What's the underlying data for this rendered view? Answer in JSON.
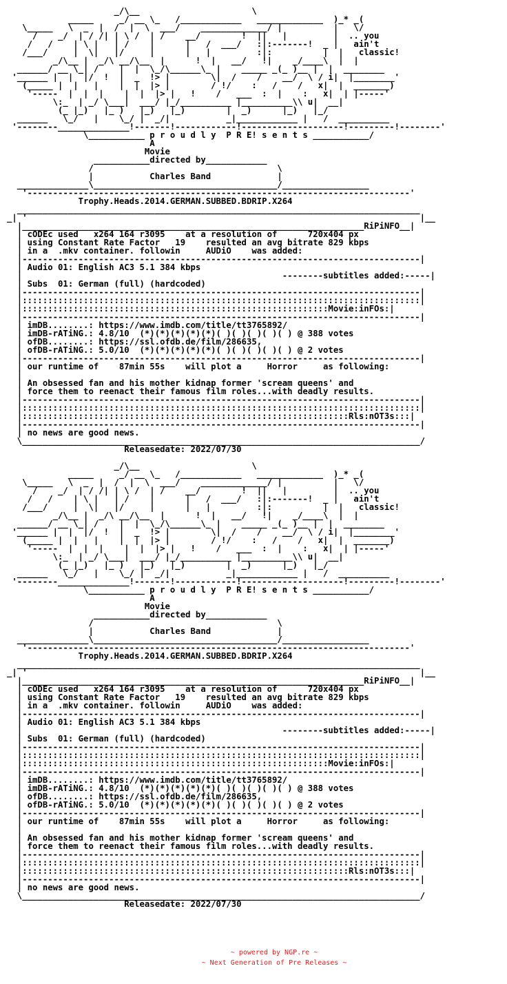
{
  "nfo": {
    "part1": "                     _/\\__                      \\\n            _____     _/ __ \\_   /____________   _____________  )_* _(\n   \\_____   \\  _  |  /  |  \\  ___/    _____________/ |          |   \\/\n     /    _/  | / /| | \\ /  | /    __/        !  ||   |         |  .. you\n    /   /    | \\ |   | /    |      |   /  ___/   :|:-------!  _ |   ain't\n   /___/     |  \\|   |/     |      |   |         :|:          |  |   classic!\n         _/\\__ |  _/\\ __/\\__  |      !  |   __/   !|    _/____\\  |  |\n  ______/ __ \\_| /    |  |  \\_/\\______\\_ |    _____ _(_ )__ |  |  ________\n '______ |  |  |/  !  |  _  !> |        \\|  /    /    __/  \\ / i|  |________'\n   (_____ |  |   |    |  |  |> |        / !/    :   /    /   x|  |  _______)\n    '-----  |  |  |    |  |  |> |   !    /   ___  :  |    :   x|  | |-----'\n         \\:_  | _/ \\___|  ___/ |_/__________ |__________\\\\ u|  __|\n          (_ |_)   |_ )   |_)   |_)        |  _)      |_)   |_/\n  ______   \\_/   |    \\_/ |  _/|           _|____________ |   /  __________\n '--------______________!-------!------------!--------------------!---------!--------'\n               \\___________ p r o u d l y  P R E! s e n t s ___________/\n                            A\n                           Movie\n                 ___________directed by____________\n                /                                    \\\n                |           Charles Band             |\n  ______________\\____________________________________/_________________\n   '---------------------------------------------------------------------------'\n              Trophy.Heads.2014.GERMAN.SUBBED.BDRIP.X264",
    "part2": "  _______________________________________________________________________________\n_| '                                                                             |__\n  |___________________________________________________________________RiPiNFO__|\n  | cODEc used   x264 164 r3095    at a resolution of      720x404 px\n  | using Constant Rate Factor   19    resulted an avg bitrate 829 kbps\n  | in a  .mkv container. followin     AUDiO    was added:\n  |------------------------------------------------------------------------------|\n  | Audio 01: English AC3 5.1 384 kbps\n  |                                                   --------subtitles added:-----|\n  | Subs  01: German (full) (hardcoded)\n  |------------------------------------------------------------------------------|\n  |::::::::::::::::::::::::::::::::::::::::::::::::::::::::::::::::::::::::::::::|\n  |::::::::::::::::::::::::::::::::::::::::::::::::::::::::::::Movie:inFOs:|\n  |------------------------------------------------------------------------------|\n  | imDB........: https://www.imdb.com/title/tt3765892/\n  | imDB-rATiNG.: 4.8/10  (*)(*)(*)(*)(*)( )( )( )( )( ) @ 388 votes\n  | ofDB........: https://ssl.ofdb.de/film/286635,\n  | ofDB-rATiNG.: 5.0/10  (*)(*)(*)(*)(*)( )( )( )( )( ) @ 2 votes\n  |------------------------------------------------------------------------------|\n  | our runtime of    87min 55s    will plot a     Horror     as following:\n  |\n  | An obsessed fan and his mother kidnap former 'scream queens' and\n  | force them to reenact their famous film roles...with deadly results.\n  |------------------------------------------------------------------------------|\n  |::::::::::::::::::::::::::::::::::::::::::::::::::::::::::::::::::::::::::::::|\n  |::::::::::::::::::::::::::::::::::::::::::::::::::::::::::::::::Rls:nOT3s:::|\n  |------------------------------------------------------------------------------|\n  | no news are good news.\n  \\______________________________________________________________________________/\n                       Releasedate: 2022/07/30"
  },
  "footer": {
    "line1": "~ powered by NGP.re ~",
    "line2": "~ Next Generation of Pre Releases ~"
  }
}
